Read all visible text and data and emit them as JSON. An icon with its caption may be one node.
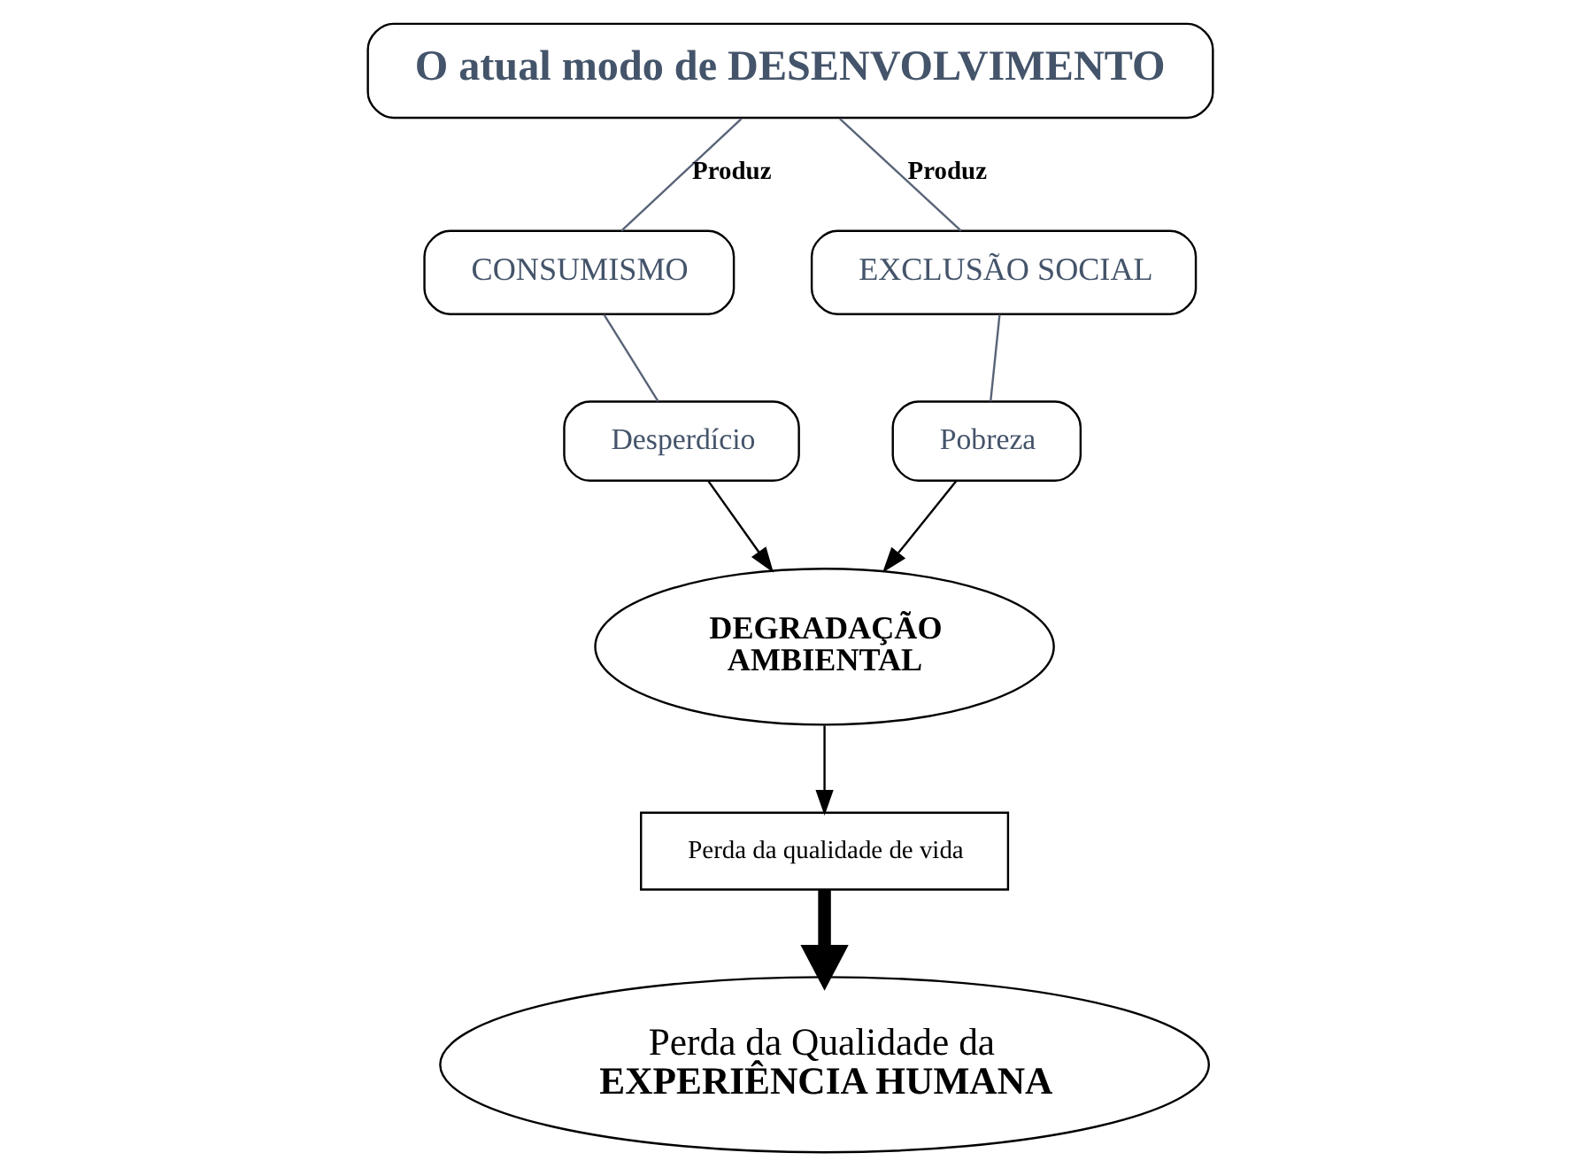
{
  "diagram": {
    "nodes": [
      {
        "text": [
          "O atual modo de DESENVOLVIMENTO"
        ]
      },
      {
        "text": [
          "CONSUMISMO"
        ]
      },
      {
        "text": [
          "EXCLUSÃO SOCIAL"
        ]
      },
      {
        "text": [
          "Desperdício"
        ]
      },
      {
        "text": [
          "Pobreza"
        ]
      },
      {
        "text": [
          "DEGRADAÇÃO AMBIENTAL"
        ]
      },
      {
        "text": [
          "Perda da qualidade de vida"
        ]
      },
      {
        "text": [
          "Perda da Qualidade da",
          "EXPERIÊNCIA HUMANA"
        ]
      }
    ],
    "edges": [
      {
        "from": 0,
        "to": 1,
        "arrow": "none",
        "label": "Produz",
        "color": "#5a6478"
      },
      {
        "from": 0,
        "to": 2,
        "arrow": "none",
        "label": "Produz",
        "color": "#5a6478"
      },
      {
        "from": 1,
        "to": 3,
        "arrow": "none",
        "color": "#5a6478"
      },
      {
        "from": 2,
        "to": 4,
        "arrow": "none",
        "color": "#5a6478"
      },
      {
        "from": 3,
        "to": 5,
        "arrow": "to",
        "color": "#000000"
      },
      {
        "from": 4,
        "to": 5,
        "arrow": "to",
        "color": "#000000"
      },
      {
        "from": 5,
        "to": 6,
        "arrow": "to",
        "color": "#000000"
      },
      {
        "from": 6,
        "to": 7,
        "arrow": "to",
        "style": "thick",
        "color": "#000000"
      }
    ]
  }
}
